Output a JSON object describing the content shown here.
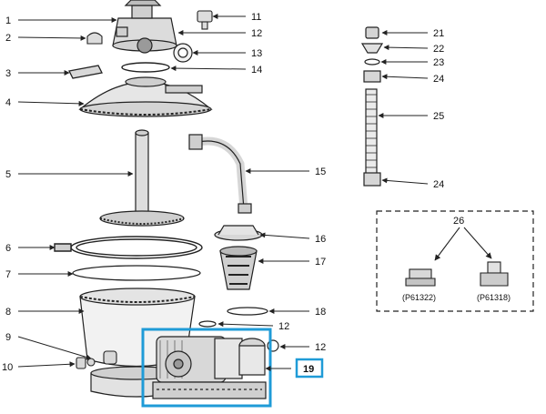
{
  "parts": [
    {
      "id": "p1",
      "number": "1"
    },
    {
      "id": "p2",
      "number": "2"
    },
    {
      "id": "p3",
      "number": "3"
    },
    {
      "id": "p4",
      "number": "4"
    },
    {
      "id": "p5",
      "number": "5"
    },
    {
      "id": "p6",
      "number": "6"
    },
    {
      "id": "p7",
      "number": "7"
    },
    {
      "id": "p8",
      "number": "8"
    },
    {
      "id": "p9",
      "number": "9"
    },
    {
      "id": "p10",
      "number": "10"
    },
    {
      "id": "p11",
      "number": "11"
    },
    {
      "id": "p12a",
      "number": "12"
    },
    {
      "id": "p13",
      "number": "13"
    },
    {
      "id": "p14",
      "number": "14"
    },
    {
      "id": "p15",
      "number": "15"
    },
    {
      "id": "p16",
      "number": "16"
    },
    {
      "id": "p17",
      "number": "17"
    },
    {
      "id": "p18",
      "number": "18"
    },
    {
      "id": "p12b",
      "number": "12"
    },
    {
      "id": "p12c",
      "number": "12"
    },
    {
      "id": "p19",
      "number": "19"
    },
    {
      "id": "p21",
      "number": "21"
    },
    {
      "id": "p22",
      "number": "22"
    },
    {
      "id": "p23",
      "number": "23"
    },
    {
      "id": "p24a",
      "number": "24"
    },
    {
      "id": "p25",
      "number": "25"
    },
    {
      "id": "p24b",
      "number": "24"
    }
  ],
  "inset": {
    "number": "26",
    "variants": [
      "(P61322)",
      "(P61318)"
    ]
  },
  "highlight": {
    "part": "19",
    "color": "#1f9bd7"
  },
  "colors": {
    "line": "#2a2a2a",
    "accent": "#1f9bd7"
  }
}
